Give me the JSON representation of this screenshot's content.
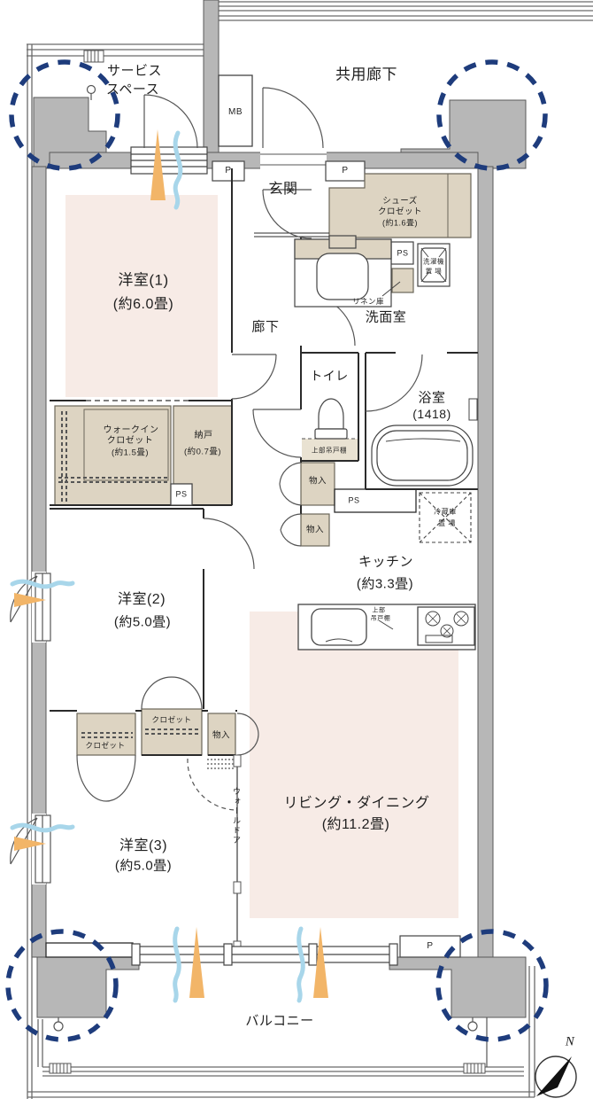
{
  "exterior": {
    "service_space_line1": "サービス",
    "service_space_line2": "スペース",
    "common_corridor": "共用廊下",
    "meter_box": "MB",
    "pillar": "P",
    "balcony": "バルコニー",
    "north": "N"
  },
  "entrance": {
    "genkan": "玄関",
    "shoes_closet_line1": "シューズ",
    "shoes_closet_line2": "クロゼット",
    "shoes_closet_size": "(約1.6畳)"
  },
  "rooms": {
    "western1_name": "洋室(1)",
    "western1_size": "(約6.0畳)",
    "hallway": "廊下",
    "washroom": "洗面室",
    "toilet": "トイレ",
    "bath_name": "浴室",
    "bath_size": "(1418)",
    "wic_line1": "ウォークイン",
    "wic_line2": "クロゼット",
    "wic_size": "(約1.5畳)",
    "nando_name": "納戸",
    "nando_size": "(約0.7畳)",
    "kitchen_name": "キッチン",
    "kitchen_size": "(約3.3畳)",
    "western2_name": "洋室(2)",
    "western2_size": "(約5.0畳)",
    "living_name": "リビング・ダイニング",
    "living_size": "(約11.2畳)",
    "western3_name": "洋室(3)",
    "western3_size": "(約5.0畳)",
    "wall_door": "ウォールドア"
  },
  "fixtures": {
    "ps": "PS",
    "linen_closet": "リネン庫",
    "washer_line1": "洗濯機",
    "washer_line2": "置 場",
    "fridge_line1": "冷蔵庫",
    "fridge_line2": "置 場",
    "upper_cabinet": "上部吊戸棚",
    "upper_cabinet_line1": "上部",
    "upper_cabinet_line2": "吊戸棚",
    "closet": "クロゼット",
    "storage": "物入"
  },
  "colors": {
    "wall_gray": "#b7b7b7",
    "room_pink": "#f7ebe6",
    "storage_beige": "#ddd4c2",
    "circle_navy": "#1e3c7c",
    "flow_blue": "#a8d6ea",
    "flow_orange": "#f2b568"
  }
}
